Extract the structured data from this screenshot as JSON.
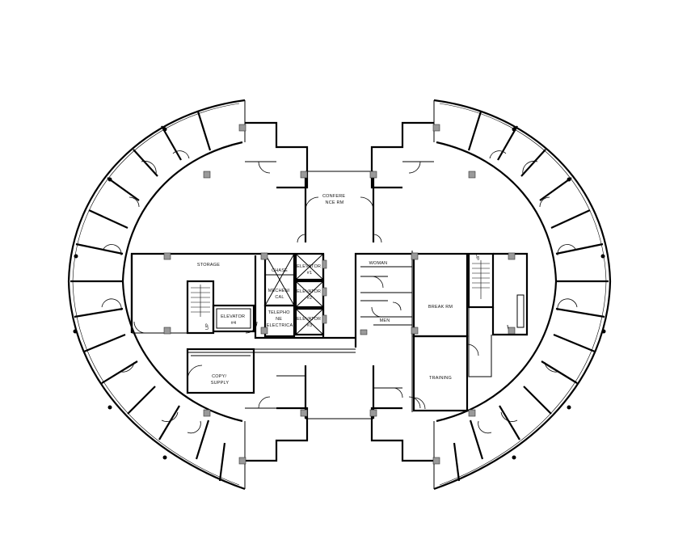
{
  "rooms": {
    "conference": [
      "CONFERE",
      "NCE RM"
    ],
    "storage": "STORAGE",
    "chase": "CHASE",
    "mechanical": [
      "MECHENI",
      "CAL"
    ],
    "telephone": [
      "TELEPHO",
      "NE",
      "ELECTRICA"
    ],
    "elevator1": [
      "ELEVATOR",
      "#1"
    ],
    "elevator2": [
      "ELEVATOR",
      "#2"
    ],
    "elevator3": [
      "ELEVATOR",
      "#3"
    ],
    "elevator4": [
      "ELEVATOR",
      "#4"
    ],
    "woman": "WOMAN",
    "men": "MEN",
    "break_rm": "BREAK RM",
    "training": "TRAINING",
    "copy_supply": [
      "COPY/",
      "SUPPLY"
    ],
    "stair_left": "UP",
    "stair_right": "UP"
  }
}
